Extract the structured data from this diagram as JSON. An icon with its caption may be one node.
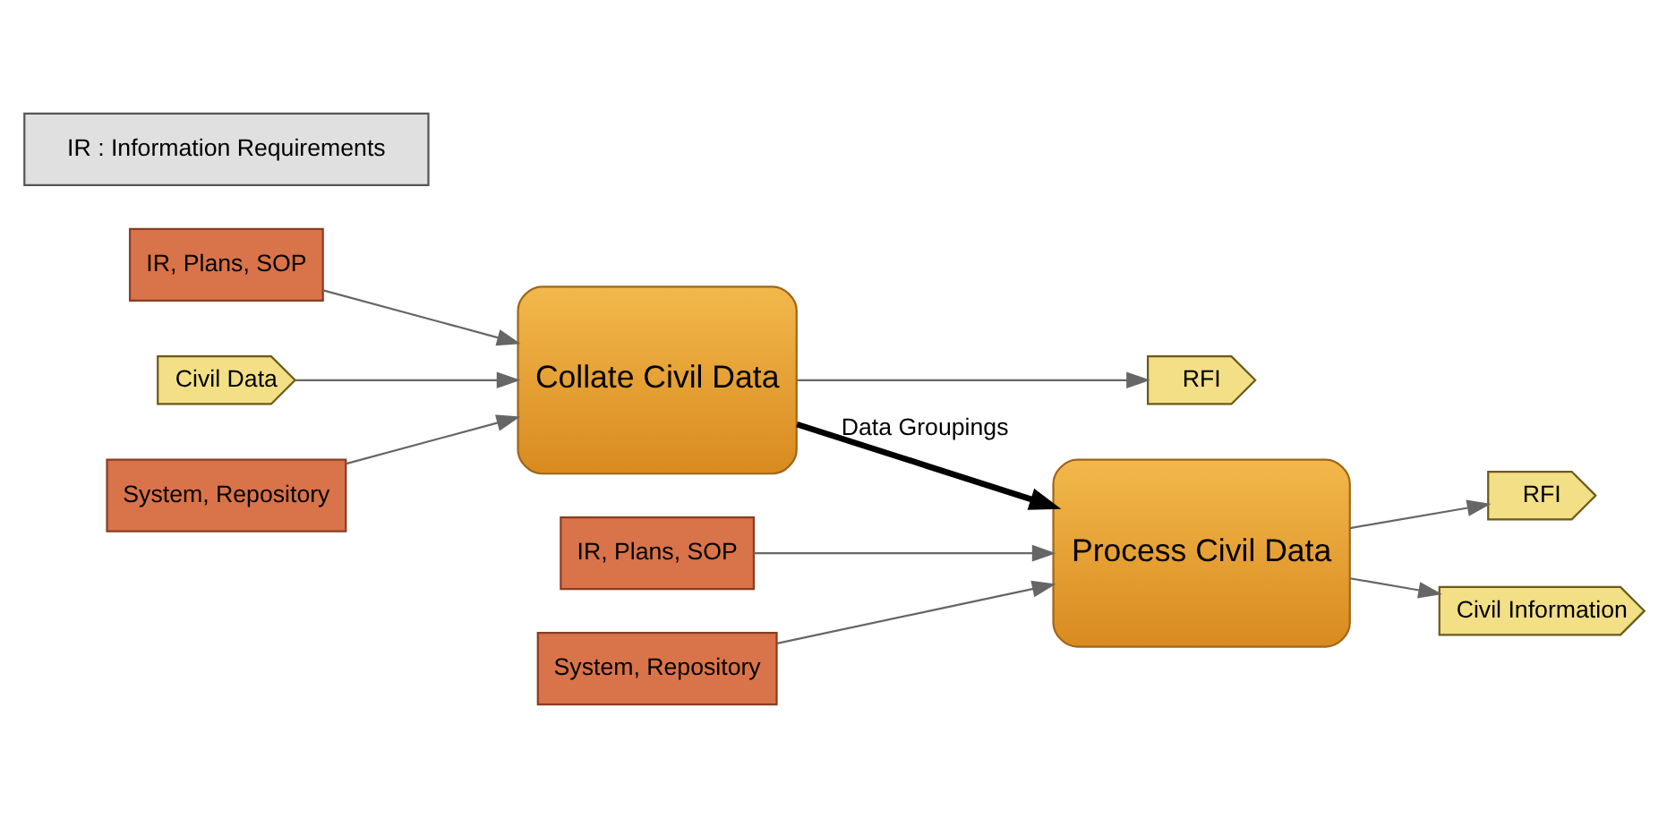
{
  "diagram": {
    "nodes": [
      {
        "text": [
          "IR, Plans, SOP"
        ]
      },
      {
        "text": [
          "Civil Data"
        ]
      },
      {
        "text": [
          "Collate Civil Data"
        ]
      },
      {
        "text": [
          "RFI"
        ]
      },
      {
        "text": [
          "System, Repository"
        ]
      },
      {
        "text": [
          "IR, Plans, SOP"
        ]
      },
      {
        "text": [
          "Process Civil Data"
        ]
      },
      {
        "text": [
          "RFI"
        ]
      },
      {
        "text": [
          "Civil Information"
        ]
      },
      {
        "text": [
          "System, Repository"
        ]
      },
      {
        "text": [
          "IR : Information Requirements"
        ]
      }
    ],
    "edges": [
      {
        "from": 0,
        "to": 2,
        "arrow": "to"
      },
      {
        "from": 1,
        "to": 2,
        "arrow": "to"
      },
      {
        "from": 4,
        "to": 2,
        "arrow": "to"
      },
      {
        "from": 2,
        "to": 3,
        "arrow": "to"
      },
      {
        "from": 2,
        "to": 6,
        "arrow": "to",
        "label": "Data Groupings",
        "style": "thick",
        "color": "#000000"
      },
      {
        "from": 5,
        "to": 6,
        "arrow": "to"
      },
      {
        "from": 9,
        "to": 6,
        "arrow": "to"
      },
      {
        "from": 6,
        "to": 7,
        "arrow": "to"
      },
      {
        "from": 6,
        "to": 8,
        "arrow": "to"
      }
    ]
  }
}
